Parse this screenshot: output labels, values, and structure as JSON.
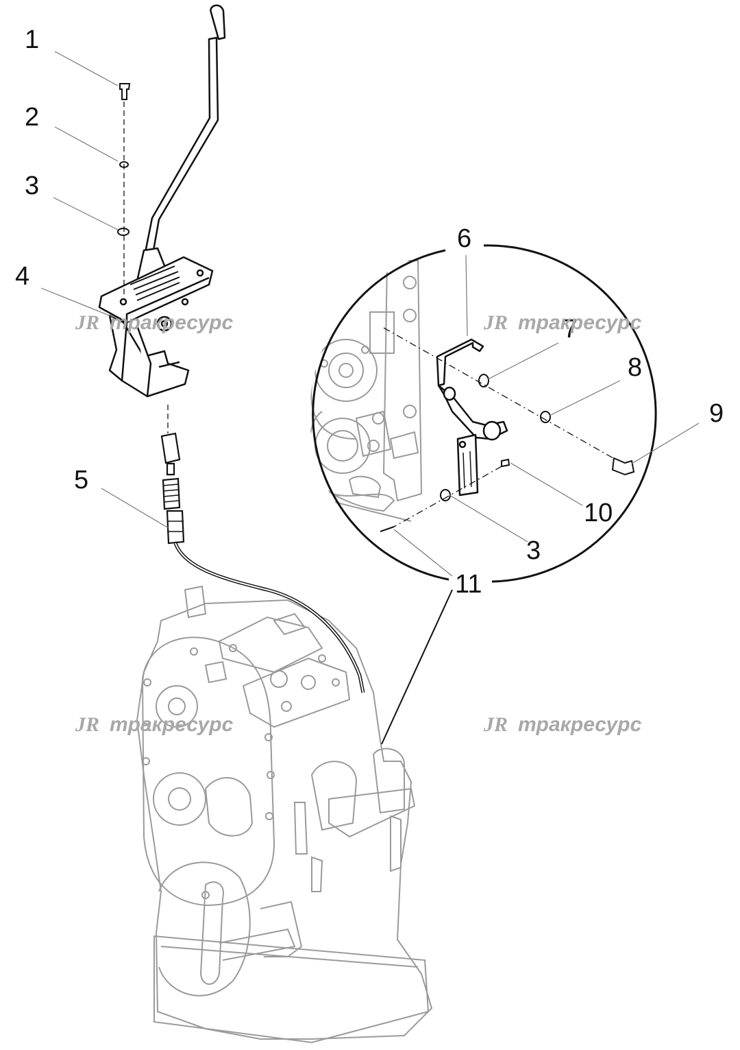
{
  "watermark": {
    "logo": "JR",
    "text": "тракресурс"
  },
  "callouts": {
    "c1": "1",
    "c2": "2",
    "c3": "3",
    "c4": "4",
    "c5": "5",
    "c6": "6",
    "c7": "7",
    "c8": "8",
    "c9": "9",
    "c10": "10",
    "c3b": "3",
    "c11": "11"
  },
  "colors": {
    "line": "#111111",
    "ghost": "#9a9a9a",
    "watermark": "#a8a8a8"
  }
}
